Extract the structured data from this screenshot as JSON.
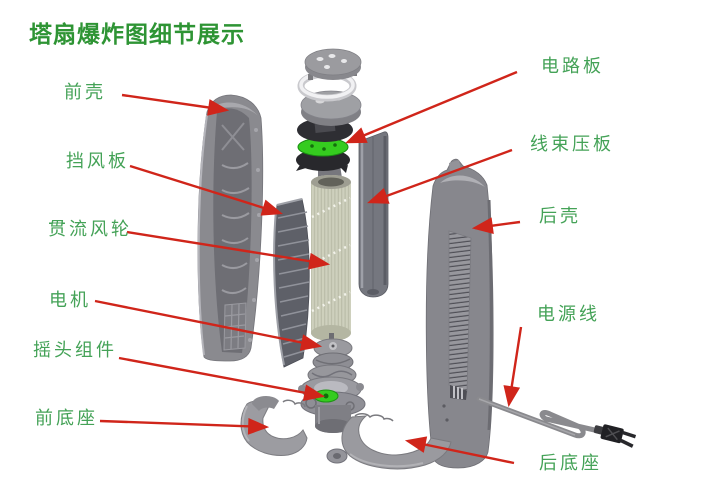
{
  "title": "塔扇爆炸图细节展示",
  "colors": {
    "background": "#ffffff",
    "title_green": "#2e9434",
    "label_green": "#44a257",
    "arrow_red": "#d0251a",
    "pcb_green": "#35cc1f",
    "part_gray": "#8a8a8f"
  },
  "labels": {
    "front_shell": "前壳",
    "wind_deflector": "挡风板",
    "crossflow_impeller": "贯流风轮",
    "motor": "电机",
    "oscillation_assembly": "摇头组件",
    "front_base": "前底座",
    "circuit_board": "电路板",
    "wire_harness_plate": "线束压板",
    "rear_shell": "后壳",
    "power_cord": "电源线",
    "rear_base": "后底座"
  }
}
